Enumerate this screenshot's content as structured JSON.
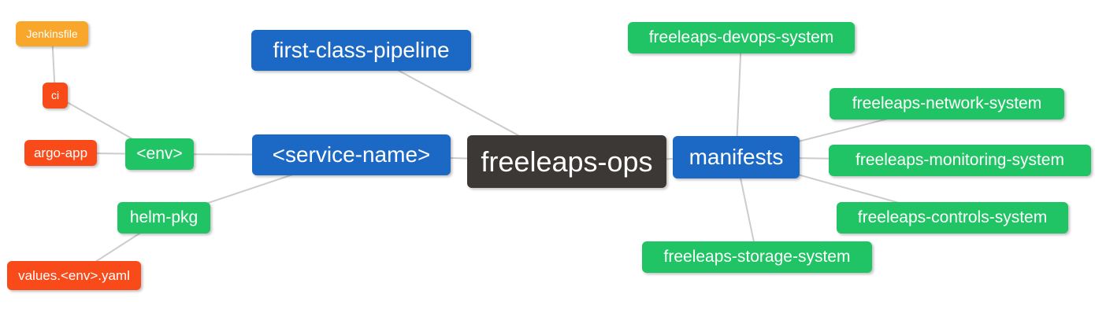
{
  "diagram": {
    "type": "mindmap",
    "root": "freeleaps_ops",
    "colors": {
      "blue": "#1c69c5",
      "green": "#20c464",
      "red": "#f94b19",
      "orange": "#f9a72b",
      "dark": "#3b3835",
      "edge": "#cccccc",
      "text": "#ffffff",
      "background": "#ffffff"
    },
    "nodes": {
      "jenkinsfile": {
        "label": "Jenkinsfile",
        "color": "orange"
      },
      "ci": {
        "label": "ci",
        "color": "red"
      },
      "argo_app": {
        "label": "argo-app",
        "color": "red"
      },
      "env": {
        "label": "<env>",
        "color": "green"
      },
      "first_class_pipeline": {
        "label": "first-class-pipeline",
        "color": "blue"
      },
      "service_name": {
        "label": "<service-name>",
        "color": "blue"
      },
      "helm_pkg": {
        "label": "helm-pkg",
        "color": "green"
      },
      "values_env_yaml": {
        "label": "values.<env>.yaml",
        "color": "red"
      },
      "freeleaps_ops": {
        "label": "freeleaps-ops",
        "color": "dark"
      },
      "manifests": {
        "label": "manifests",
        "color": "blue"
      },
      "devops_system": {
        "label": "freeleaps-devops-system",
        "color": "green"
      },
      "network_system": {
        "label": "freeleaps-network-system",
        "color": "green"
      },
      "monitoring_system": {
        "label": "freeleaps-monitoring-system",
        "color": "green"
      },
      "controls_system": {
        "label": "freeleaps-controls-system",
        "color": "green"
      },
      "storage_system": {
        "label": "freeleaps-storage-system",
        "color": "green"
      }
    },
    "edges": [
      {
        "from": "jenkinsfile",
        "to": "ci"
      },
      {
        "from": "ci",
        "to": "env"
      },
      {
        "from": "argo_app",
        "to": "env"
      },
      {
        "from": "env",
        "to": "service_name"
      },
      {
        "from": "helm_pkg",
        "to": "service_name"
      },
      {
        "from": "values_env_yaml",
        "to": "helm_pkg"
      },
      {
        "from": "first_class_pipeline",
        "to": "freeleaps_ops"
      },
      {
        "from": "service_name",
        "to": "freeleaps_ops"
      },
      {
        "from": "freeleaps_ops",
        "to": "manifests"
      },
      {
        "from": "manifests",
        "to": "devops_system"
      },
      {
        "from": "manifests",
        "to": "network_system"
      },
      {
        "from": "manifests",
        "to": "monitoring_system"
      },
      {
        "from": "manifests",
        "to": "controls_system"
      },
      {
        "from": "manifests",
        "to": "storage_system"
      }
    ]
  }
}
